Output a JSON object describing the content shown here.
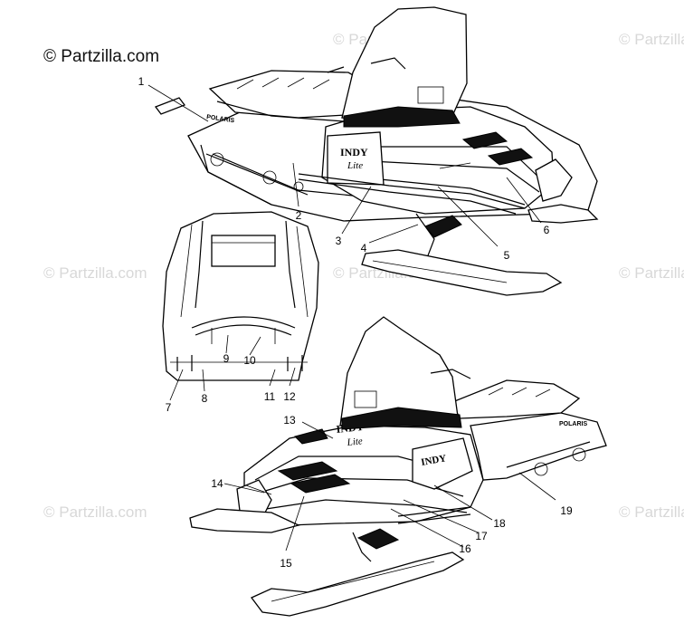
{
  "copyright": "© Partzilla.com",
  "watermark_text": "© Partzilla.com",
  "callouts": [
    "1",
    "2",
    "3",
    "4",
    "5",
    "6",
    "7",
    "8",
    "9",
    "10",
    "11",
    "12",
    "13",
    "14",
    "15",
    "16",
    "17",
    "18",
    "19"
  ],
  "decals": {
    "brand": "POLARIS",
    "model_top": "INDY",
    "model_sub": "Lite"
  },
  "colors": {
    "line": "#000000",
    "watermark": "#d8d8d8",
    "background": "#ffffff"
  }
}
